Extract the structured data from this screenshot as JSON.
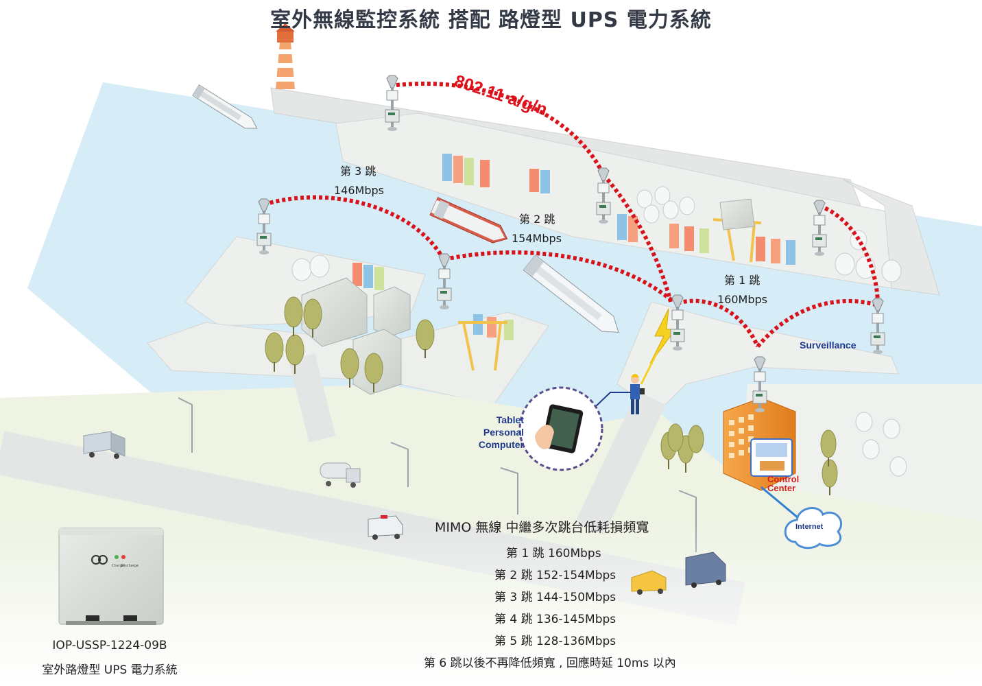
{
  "title": "室外無線監控系統 搭配 路燈型 UPS 電力系統",
  "wireless_standard": "802.11 a/g/n",
  "hops_on_map": [
    {
      "name": "第 3 跳",
      "rate": "146Mbps"
    },
    {
      "name": "第 2 跳",
      "rate": "154Mbps"
    },
    {
      "name": "第 1 跳",
      "rate": "160Mbps"
    }
  ],
  "labels": {
    "surveillance": "Surveillance",
    "tablet": [
      "Tablet",
      "Personal",
      "Computer"
    ],
    "control_center": [
      "Control",
      "Center"
    ],
    "internet": "Internet"
  },
  "mimo": {
    "heading": "MIMO 無線 中繼多次跳台低耗損頻寬",
    "rates": [
      "第 1 跳 160Mbps",
      "第 2 跳 152-154Mbps",
      "第 3 跳 144-150Mbps",
      "第 4 跳 136-145Mbps",
      "第 5 跳 128-136Mbps",
      "第 6 跳以後不再降低頻寬 , 回應時延 10ms 以內"
    ]
  },
  "product": {
    "model": "IOP-USSP-1224-09B",
    "name": "室外路燈型 UPS 電力系統",
    "panel_labels": [
      "Charge",
      "Discharge"
    ]
  },
  "colors": {
    "link": "#d7141c",
    "water": "#d6ecf7",
    "land": "#eef1ef",
    "title": "#333a46",
    "accent_blue": "#1f3a8e"
  }
}
